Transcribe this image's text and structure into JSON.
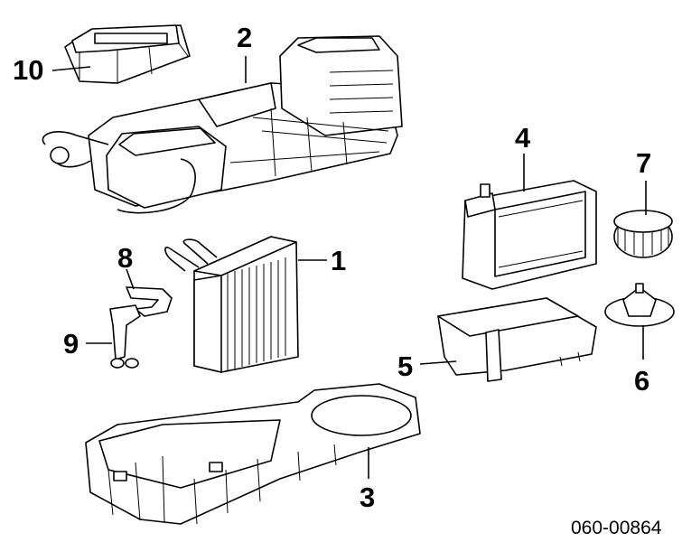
{
  "callouts": {
    "c1": "1",
    "c2": "2",
    "c3": "3",
    "c4": "4",
    "c5": "5",
    "c6": "6",
    "c7": "7",
    "c8": "8",
    "c9": "9",
    "c10": "10"
  },
  "drawing_code": "060-00864",
  "colors": {
    "line": "#000000",
    "background": "#ffffff"
  }
}
